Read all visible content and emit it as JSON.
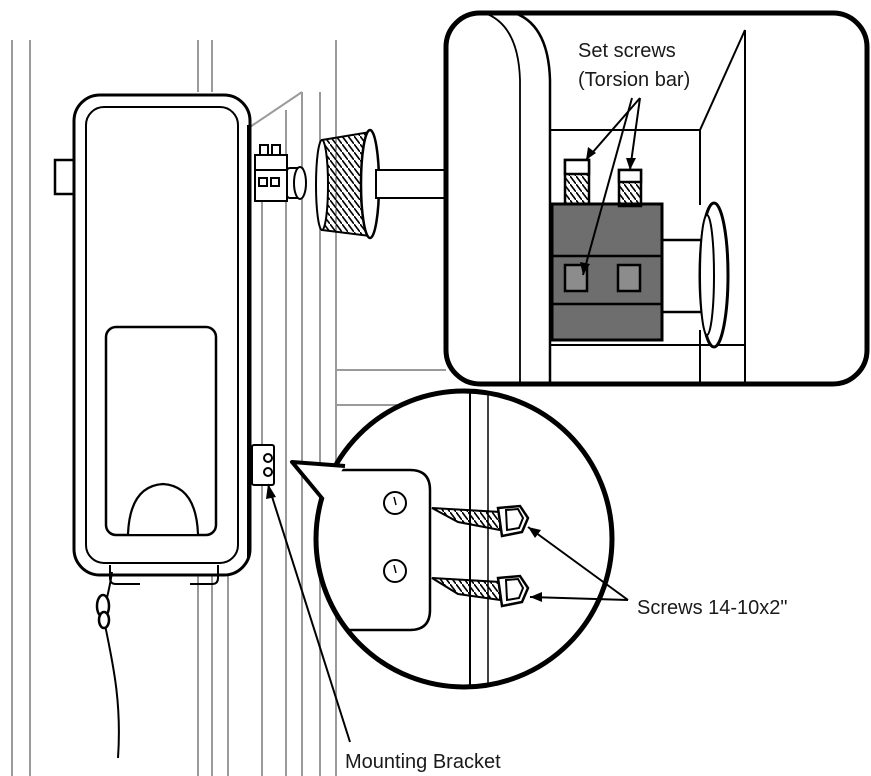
{
  "labels": {
    "set_screws_line1": "Set screws",
    "set_screws_line2": "(Torsion bar)",
    "screws": "Screws 14-10x2\"",
    "mounting_bracket": "Mounting Bracket"
  }
}
